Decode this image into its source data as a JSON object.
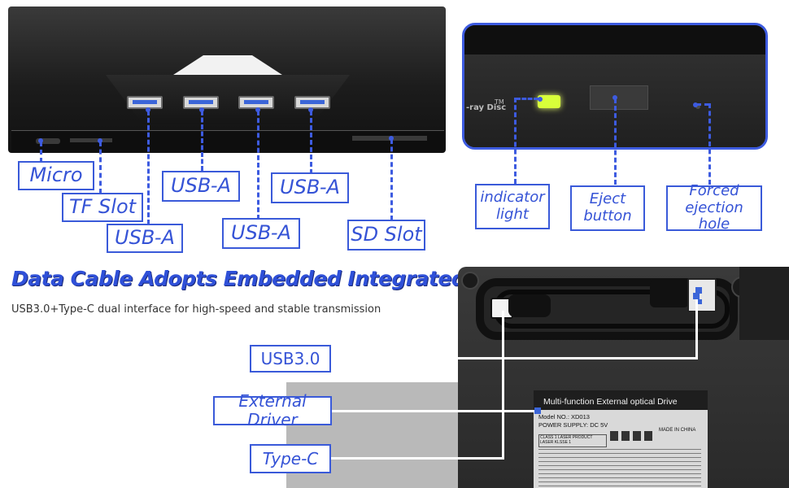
{
  "top_left": {
    "labels": {
      "micro": "Micro",
      "tf_slot": "TF Slot",
      "usb_a_1": "USB-A",
      "usb_a_2": "USB-A",
      "usb_a_3": "USB-A",
      "usb_a_4": "USB-A",
      "sd_slot": "SD Slot"
    }
  },
  "top_right": {
    "logo_text": "-ray Disc",
    "tm": "TM",
    "labels": {
      "indicator": "indicator light",
      "eject": "Eject button",
      "forced": "Forced ejection hole"
    }
  },
  "middle": {
    "headline": "Data Cable Adopts Embedded Integrated Design",
    "subline": "USB3.0+Type-C dual interface for high-speed and stable transmission"
  },
  "bottom": {
    "labels": {
      "usb30": "USB3.0",
      "external": "External Driver",
      "typec": "Type-C"
    },
    "product_label": {
      "title": "Multi-function External optical Drive",
      "model": "Model NO.: XD013",
      "power": "POWER SUPPLY: DC 5V",
      "made": "MADE IN CHINA",
      "class1a": "CLASS 1 LASER PRODUCT",
      "class1b": "LASER KLSSE 1"
    }
  }
}
